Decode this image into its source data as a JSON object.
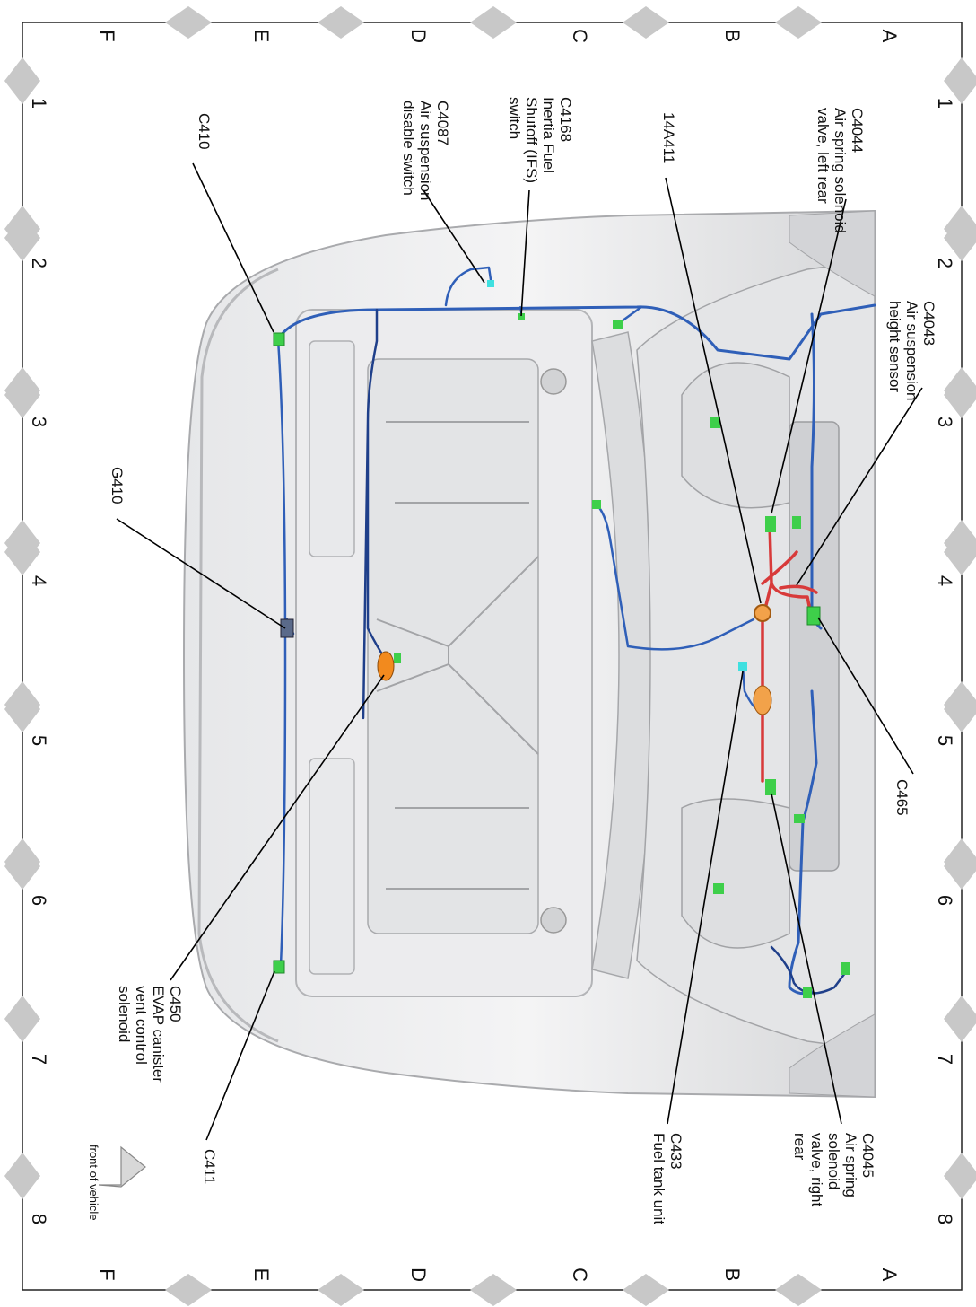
{
  "grid": {
    "rows": [
      "A",
      "B",
      "C",
      "D",
      "E",
      "F"
    ],
    "cols": [
      "1",
      "2",
      "3",
      "4",
      "5",
      "6",
      "7",
      "8"
    ]
  },
  "labels": {
    "c4044": [
      "C4044",
      "Air spring solenoid",
      "valve, left rear"
    ],
    "c4043": [
      "C4043",
      "Air suspension",
      "height sensor"
    ],
    "a14a411": [
      "14A411"
    ],
    "c4168": [
      "C4168",
      "Inertia Fuel",
      "Shutoff (IFS)",
      "switch"
    ],
    "c4087": [
      "C4087",
      "Air suspension",
      "disable switch"
    ],
    "c410": [
      "C410"
    ],
    "g410": [
      "G410"
    ],
    "c465": [
      "C465"
    ],
    "c450": [
      "C450",
      "EVAP canister",
      "vent control",
      "solenoid"
    ],
    "c411": [
      "C411"
    ],
    "c433": [
      "C433",
      "Fuel tank unit"
    ],
    "c4045": [
      "C4045",
      "Air spring",
      "solenoid",
      "valve, right",
      "rear"
    ],
    "front": [
      "front of vehicle"
    ]
  },
  "colors": {
    "harness_blue": "#2f5fb8",
    "harness_red": "#d83a3a",
    "connector_green": "#3ecf4a",
    "connector_cyan": "#3fe0e0",
    "canister_orange": "#f28a1e",
    "body_gray": "#d9dadc",
    "frame_diamond": "#c8c8c8"
  }
}
